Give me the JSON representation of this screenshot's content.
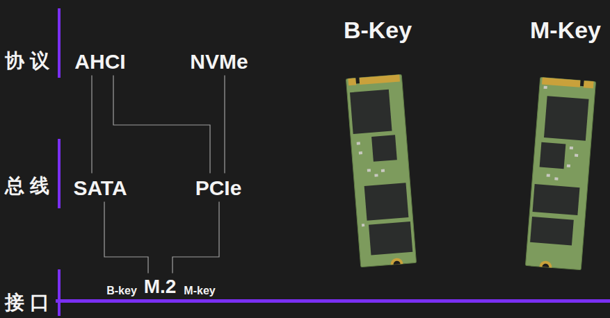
{
  "diagram": {
    "nodes": [
      {
        "text": [
          "AHCI"
        ]
      },
      {
        "text": [
          "NVMe"
        ]
      },
      {
        "text": [
          "SATA"
        ]
      },
      {
        "text": [
          "PCIe"
        ]
      },
      {
        "text": [
          "M.2"
        ]
      }
    ],
    "edges": [
      {
        "from": 0,
        "to": 2,
        "arrow": "none"
      },
      {
        "from": 0,
        "to": 3,
        "arrow": "none"
      },
      {
        "from": 1,
        "to": 3,
        "arrow": "none"
      },
      {
        "from": 2,
        "to": 4,
        "arrow": "none"
      },
      {
        "from": 3,
        "to": 4,
        "arrow": "none"
      }
    ],
    "labels": [
      "协议",
      "总线",
      "接口",
      "B-key",
      "M-key",
      "B-Key",
      "M-Key"
    ]
  }
}
